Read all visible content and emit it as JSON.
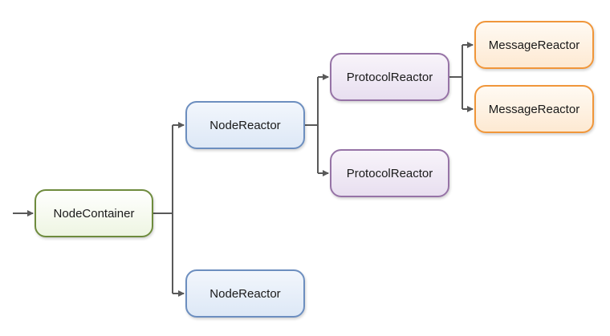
{
  "diagram": {
    "root": {
      "label": "NodeContainer",
      "children": [
        {
          "label": "NodeReactor",
          "children": [
            {
              "label": "ProtocolReactor",
              "children": [
                {
                  "label": "MessageReactor"
                },
                {
                  "label": "MessageReactor"
                }
              ]
            },
            {
              "label": "ProtocolReactor"
            }
          ]
        },
        {
          "label": "NodeReactor"
        }
      ]
    }
  },
  "colors": {
    "connector": "#595959",
    "node_container_border": "#6e8b3d",
    "node_reactor_border": "#6c8ebf",
    "protocol_reactor_border": "#9673a6",
    "message_reactor_border": "#f0963a"
  }
}
